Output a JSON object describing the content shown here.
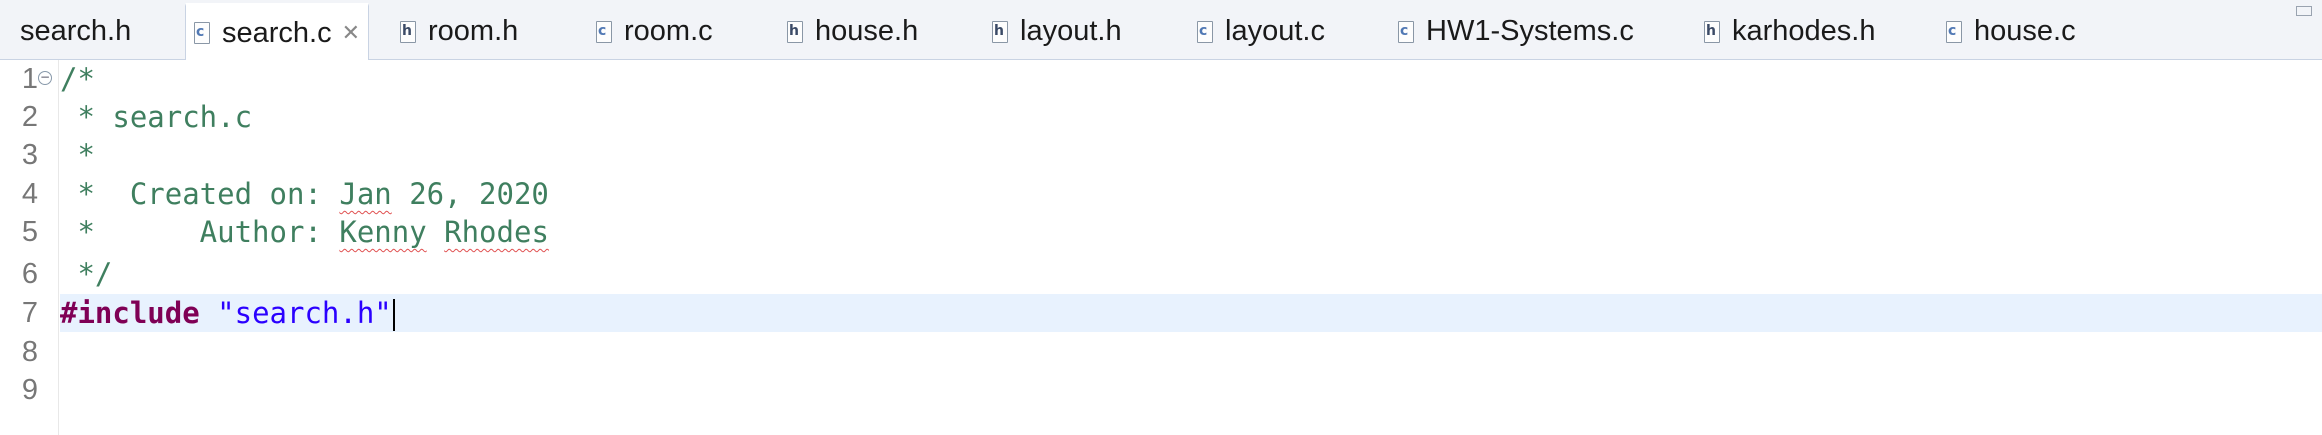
{
  "tabs": [
    {
      "label": "search.h",
      "icon": "h"
    },
    {
      "label": "search.c",
      "icon": "c",
      "active": true
    },
    {
      "label": "room.h",
      "icon": "h"
    },
    {
      "label": "room.c",
      "icon": "c"
    },
    {
      "label": "house.h",
      "icon": "h"
    },
    {
      "label": "layout.h",
      "icon": "h"
    },
    {
      "label": "layout.c",
      "icon": "c"
    },
    {
      "label": "HW1-Systems.c",
      "icon": "c"
    },
    {
      "label": "karhodes.h",
      "icon": "h"
    },
    {
      "label": "house.c",
      "icon": "c"
    }
  ],
  "close_glyph": "✕",
  "fold_glyph": "−",
  "line_numbers": [
    "1",
    "2",
    "3",
    "4",
    "5",
    "6",
    "7",
    "8",
    "9"
  ],
  "code": {
    "l1": "/*",
    "l2": " * search.c",
    "l3": " *",
    "l4a": " *  Created on: ",
    "l4b": "Jan",
    "l4c": " 26, 2020",
    "l5a": " *      Author: ",
    "l5b": "Kenny",
    "l5c": " ",
    "l5d": "Rhodes",
    "l6": " */",
    "l7kw": "#include",
    "l7sp": " ",
    "l7str": "\"search.h\""
  }
}
